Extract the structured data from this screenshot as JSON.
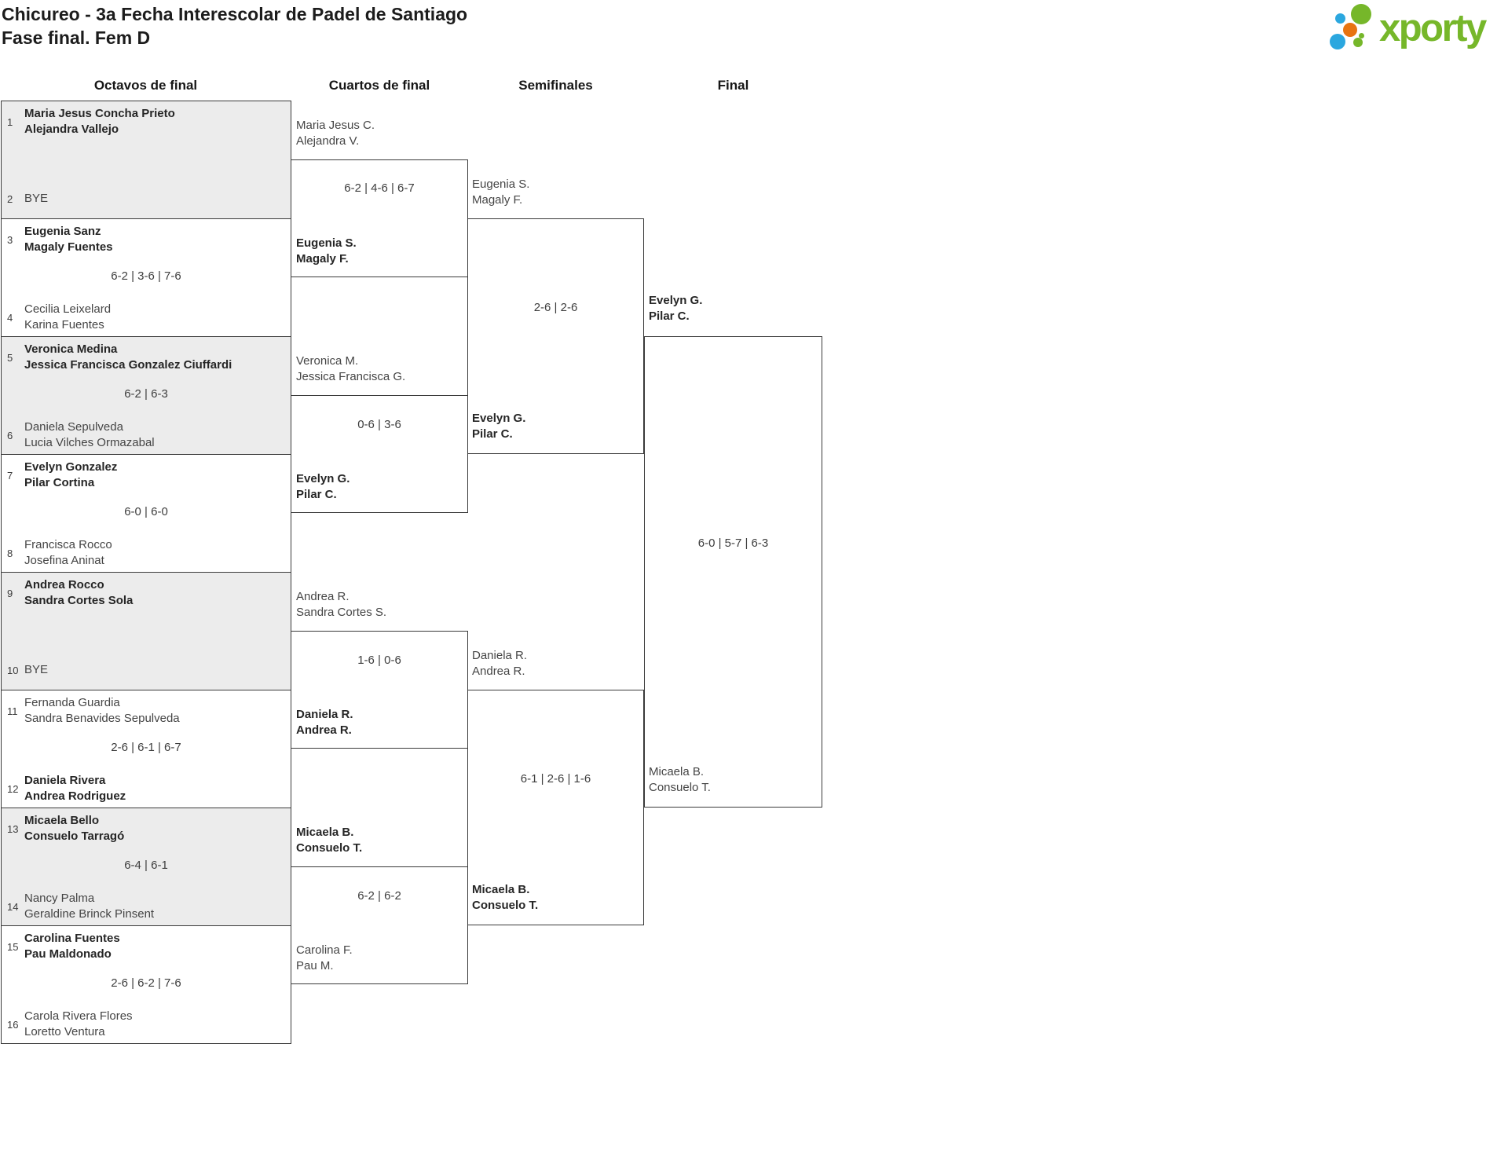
{
  "header": {
    "title": "Chicureo - 3a Fecha Interescolar de Padel de Santiago",
    "subtitle": "Fase final. Fem D"
  },
  "logo": {
    "text": "xporty"
  },
  "colors": {
    "brand_green": "#76b72a",
    "brand_blue": "#2ba7df",
    "brand_orange": "#e87411",
    "box_grey": "#ececec",
    "line": "#3a3a3a"
  },
  "rounds": [
    "Octavos de final",
    "Cuartos de final",
    "Semifinales",
    "Final"
  ],
  "r16": [
    {
      "seed1": "1",
      "team1": [
        "Maria Jesus Concha Prieto",
        "Alejandra Vallejo"
      ],
      "winner": 1,
      "score": "",
      "seed2": "2",
      "team2": [
        "BYE"
      ]
    },
    {
      "seed1": "3",
      "team1": [
        "Eugenia Sanz",
        "Magaly Fuentes"
      ],
      "winner": 1,
      "score": "6-2 | 3-6 | 7-6",
      "seed2": "4",
      "team2": [
        "Cecilia Leixelard",
        "Karina Fuentes"
      ]
    },
    {
      "seed1": "5",
      "team1": [
        "Veronica Medina",
        "Jessica Francisca Gonzalez Ciuffardi"
      ],
      "winner": 1,
      "score": "6-2 | 6-3",
      "seed2": "6",
      "team2": [
        "Daniela Sepulveda",
        "Lucia Vilches Ormazabal"
      ]
    },
    {
      "seed1": "7",
      "team1": [
        "Evelyn Gonzalez",
        "Pilar Cortina"
      ],
      "winner": 1,
      "score": "6-0 | 6-0",
      "seed2": "8",
      "team2": [
        "Francisca Rocco",
        "Josefina Aninat"
      ]
    },
    {
      "seed1": "9",
      "team1": [
        "Andrea Rocco",
        "Sandra Cortes Sola"
      ],
      "winner": 1,
      "score": "",
      "seed2": "10",
      "team2": [
        "BYE"
      ]
    },
    {
      "seed1": "11",
      "team1": [
        "Fernanda Guardia",
        "Sandra Benavides Sepulveda"
      ],
      "winner": 2,
      "score": "2-6 | 6-1 | 6-7",
      "seed2": "12",
      "team2": [
        "Daniela Rivera",
        "Andrea Rodriguez"
      ]
    },
    {
      "seed1": "13",
      "team1": [
        "Micaela Bello",
        "Consuelo Tarragó"
      ],
      "winner": 1,
      "score": "6-4 | 6-1",
      "seed2": "14",
      "team2": [
        "Nancy Palma",
        "Geraldine Brinck Pinsent"
      ]
    },
    {
      "seed1": "15",
      "team1": [
        "Carolina Fuentes",
        "Pau Maldonado"
      ],
      "winner": 1,
      "score": "2-6 | 6-2 | 7-6",
      "seed2": "16",
      "team2": [
        "Carola Rivera Flores",
        "Loretto Ventura"
      ]
    }
  ],
  "qf": [
    {
      "p1": [
        "Maria Jesus C.",
        "Alejandra V."
      ],
      "p2": [
        "Eugenia S.",
        "Magaly F."
      ],
      "winner": 2,
      "score": "6-2 | 4-6 | 6-7"
    },
    {
      "p1": [
        "Veronica M.",
        "Jessica Francisca G."
      ],
      "p2": [
        "Evelyn G.",
        "Pilar C."
      ],
      "winner": 2,
      "score": "0-6 | 3-6"
    },
    {
      "p1": [
        "Andrea R.",
        "Sandra Cortes S."
      ],
      "p2": [
        "Daniela R.",
        "Andrea R."
      ],
      "winner": 2,
      "score": "1-6 | 0-6"
    },
    {
      "p1": [
        "Micaela B.",
        "Consuelo T."
      ],
      "p2": [
        "Carolina F.",
        "Pau M."
      ],
      "winner": 1,
      "score": "6-2 | 6-2"
    }
  ],
  "sf": [
    {
      "p1": [
        "Eugenia S.",
        "Magaly F."
      ],
      "p2": [
        "Evelyn G.",
        "Pilar C."
      ],
      "winner": 2,
      "score": "2-6 | 2-6"
    },
    {
      "p1": [
        "Daniela R.",
        "Andrea R."
      ],
      "p2": [
        "Micaela B.",
        "Consuelo T."
      ],
      "winner": 2,
      "score": "6-1 | 2-6 | 1-6"
    }
  ],
  "final": {
    "p1": [
      "Evelyn G.",
      "Pilar C."
    ],
    "p2": [
      "Micaela B.",
      "Consuelo T."
    ],
    "winner": 1,
    "score": "6-0 | 5-7 | 6-3"
  }
}
